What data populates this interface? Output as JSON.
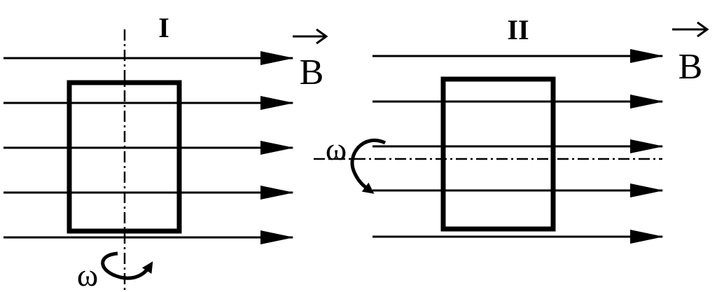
{
  "figure_left": {
    "label": "I",
    "field_symbol": "B",
    "rotation_symbol": "ω"
  },
  "figure_right": {
    "label": "II",
    "field_symbol": "B",
    "rotation_symbol": "ω"
  },
  "colors": {
    "ink": "#000000",
    "background": "#ffffff"
  }
}
